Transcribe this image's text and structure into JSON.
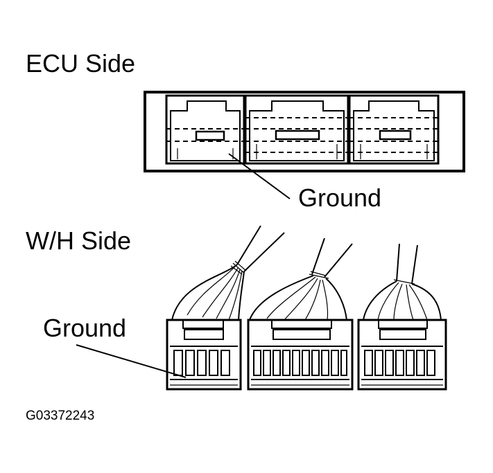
{
  "labels": {
    "ecu_side": "ECU Side",
    "ground_top": "Ground",
    "wh_side": "W/H Side",
    "ground_left": "Ground",
    "figure_code": "G03372243"
  },
  "colors": {
    "ink": "#000000",
    "background": "#ffffff"
  }
}
